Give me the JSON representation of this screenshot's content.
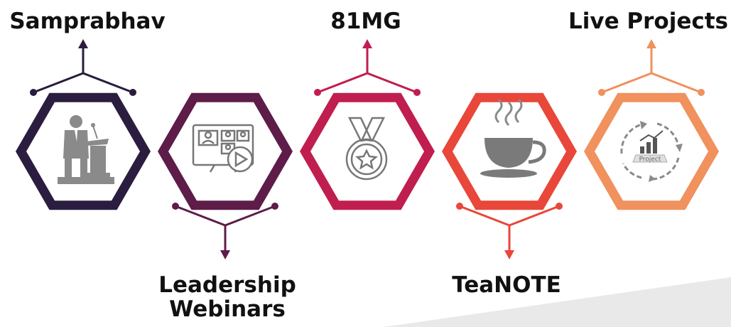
{
  "items": [
    {
      "label": "Samprabhav",
      "color": "#2a1d3f",
      "icon": "speaker-at-podium-icon",
      "connector": "top"
    },
    {
      "label": "Leadership Webinars",
      "color": "#5e1c48",
      "icon": "video-conference-icon",
      "connector": "bottom"
    },
    {
      "label": "81MG",
      "color": "#c01e4e",
      "icon": "medal-star-icon",
      "connector": "top"
    },
    {
      "label": "TeaNOTE",
      "color": "#e8473a",
      "icon": "tea-cup-icon",
      "connector": "bottom"
    },
    {
      "label": "Live Projects",
      "color": "#f0915e",
      "icon": "project-cycle-icon",
      "connector": "top"
    }
  ],
  "icon_texts": {
    "project": "Project"
  },
  "background": {
    "wedge_color": "#e9e9e9"
  }
}
